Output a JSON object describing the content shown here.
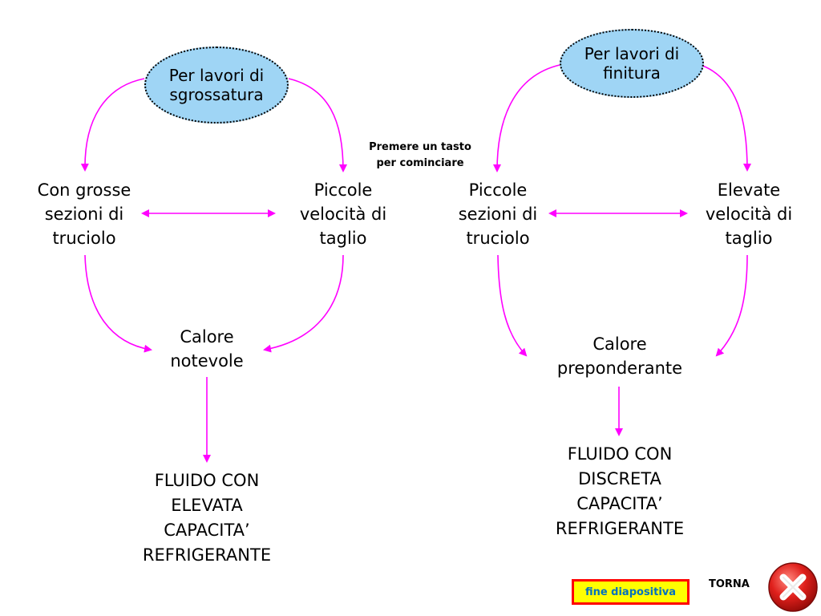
{
  "left": {
    "oval_text": "Per lavori di\nsgrossatura",
    "node_a": "Con grosse\nsezioni di\ntruciolo",
    "node_b": "Piccole\nvelocità di\ntaglio",
    "heat": "Calore\nnotevole",
    "result": "FLUIDO CON\nELEVATA\nCAPACITA’\nREFRIGERANTE"
  },
  "right": {
    "oval_text": "Per lavori di\nfinitura",
    "node_a": "Piccole\nsezioni di\ntruciolo",
    "node_b": "Elevate\nvelocità di\ntaglio",
    "heat": "Calore\npreponderante",
    "result": "FLUIDO CON\nDISCRETA\nCAPACITA’\nREFRIGERANTE"
  },
  "hint": "Premere un tasto\nper cominciare",
  "footer": {
    "fine_label": "fine diapositiva",
    "torna_label": "TORNA",
    "close_icon": "red-x-circle-icon"
  },
  "colors": {
    "arrow": "#ff00ff",
    "oval_fill": "#9fd5f5",
    "fine_bg": "#ffff00",
    "fine_border": "#ff0000",
    "fine_text": "#0070c0",
    "close_red": "#e0201c"
  }
}
